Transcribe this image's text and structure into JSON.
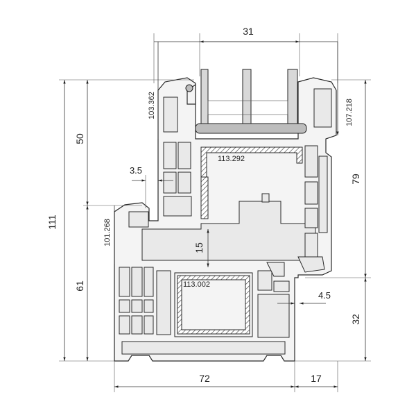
{
  "dimensions": {
    "frame_height": "111",
    "lower_height": "61",
    "upper_height": "50",
    "top_width": "31",
    "bottom_width": "72",
    "bottom_right_width": "17",
    "sash_height": "79",
    "right_lower_height": "32",
    "offset_small": "3.5",
    "offset_right": "4.5",
    "inner_gap": "15"
  },
  "profile_codes": {
    "top_left": "103.362",
    "right_top": "107.218",
    "left_mid": "101.268",
    "sash_reinforcement": "113.292",
    "frame_reinforcement": "113.002"
  }
}
